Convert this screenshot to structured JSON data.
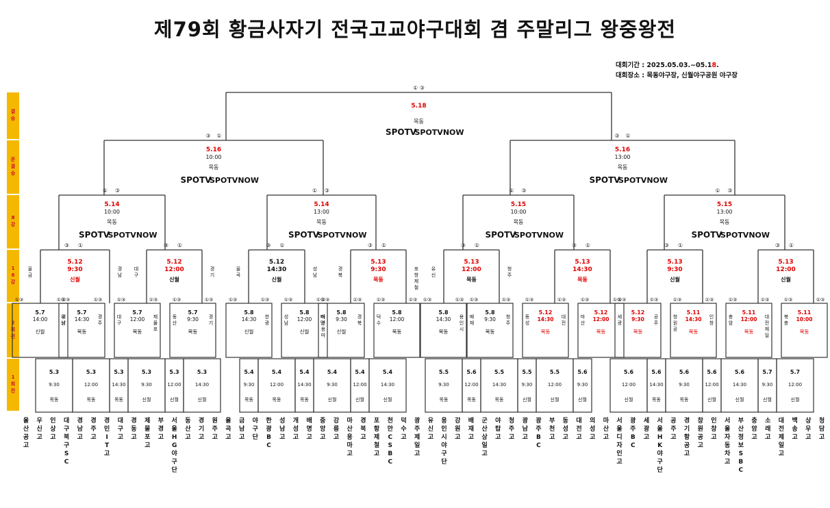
{
  "title": "제79회 황금사자기 전국고교야구대회 겸 주말리그 왕중왕전",
  "info": {
    "period_label": "대회기간 : 2025.05.03.~05.1",
    "period_end_digit": "8",
    "period_suffix": ".",
    "venue_line": "대회장소 : 목동야구장, 신월야구공원 야구장"
  },
  "colors": {
    "accent_red": "#e00000",
    "round_label_bg": "#f5b800",
    "round_label_text": "#c8102e",
    "line": "#333333",
    "box_border": "#333333"
  },
  "round_labels": [
    "결승",
    "준결승",
    "8강",
    "16강",
    "2회전",
    "1회전"
  ],
  "broadcast": {
    "spotv": "SPOTV",
    "spotv_now": "SPOTVNOW"
  },
  "final": {
    "date": "5.18",
    "time": "",
    "venue": "목동",
    "seeds": "① ③"
  },
  "semis": [
    {
      "date": "5.16",
      "time": "10:00",
      "venue": "목동",
      "seeds": "③ ①"
    },
    {
      "date": "5.16",
      "time": "13:00",
      "venue": "목동",
      "seeds": "③ ①"
    }
  ],
  "quarters": [
    {
      "date": "5.14",
      "time": "10:00",
      "venue": "목동",
      "seeds": "① ③"
    },
    {
      "date": "5.14",
      "time": "13:00",
      "venue": "목동",
      "seeds": "① ③"
    },
    {
      "date": "5.15",
      "time": "10:00",
      "venue": "목동",
      "seeds": "① ③"
    },
    {
      "date": "5.15",
      "time": "13:00",
      "venue": "목동",
      "seeds": "① ③"
    }
  ],
  "r16": [
    {
      "date": "5.12",
      "time": "9:30",
      "venue": "신월",
      "left": "울금",
      "right": "경남",
      "red": true
    },
    {
      "date": "5.12",
      "time": "12:00",
      "venue": "신월",
      "left": "대구",
      "right": "경기",
      "red": true
    },
    {
      "date": "5.12",
      "time": "14:30",
      "venue": "신월",
      "left": "울곡",
      "right": "성남",
      "red": false
    },
    {
      "date": "5.13",
      "time": "9:30",
      "venue": "목동",
      "left": "경북",
      "right": "포항제철",
      "red": true
    },
    {
      "date": "5.13",
      "time": "12:00",
      "venue": "목동",
      "left": "유신",
      "right": "청주",
      "red": true
    },
    {
      "date": "5.13",
      "time": "14:30",
      "venue": "목동",
      "left": "",
      "right": "",
      "red": true
    },
    {
      "date": "5.13",
      "time": "9:30",
      "venue": "신월",
      "left": "",
      "right": "",
      "red": true
    },
    {
      "date": "5.13",
      "time": "12:00",
      "venue": "신월",
      "left": "",
      "right": "",
      "red": true
    }
  ],
  "r2": [
    {
      "date": "5.7",
      "time": "14:00",
      "venue": "신월",
      "left": "",
      "right": "우신"
    },
    {
      "date": "5.7",
      "time": "14:30",
      "venue": "목동",
      "left": "경남",
      "right": "경주"
    },
    {
      "date": "5.7",
      "time": "12:00",
      "venue": "목동",
      "left": "대구",
      "right": "제물포"
    },
    {
      "date": "5.7",
      "time": "9:30",
      "venue": "목동",
      "left": "동산",
      "right": "경기"
    },
    {
      "date": "5.8",
      "time": "14:30",
      "venue": "신월",
      "left": "",
      "right": "한광"
    },
    {
      "date": "5.8",
      "time": "12:00",
      "venue": "신월",
      "left": "성남",
      "right": "배명"
    },
    {
      "date": "5.8",
      "time": "9:30",
      "venue": "신월",
      "left": "마산용마",
      "right": "경북"
    },
    {
      "date": "5.8",
      "time": "12:00",
      "venue": "목동",
      "left": "덕수",
      "right": ""
    },
    {
      "date": "5.8",
      "time": "14:30",
      "venue": "목동",
      "left": "",
      "right": "용인시"
    },
    {
      "date": "5.8",
      "time": "9:30",
      "venue": "목동",
      "left": "배재",
      "right": "청주"
    },
    {
      "date": "5.12",
      "time": "14:30",
      "venue": "목동",
      "left": "동성",
      "right": "대전"
    },
    {
      "date": "5.12",
      "time": "12:00",
      "venue": "목동",
      "left": "마산",
      "right": ""
    },
    {
      "date": "5.12",
      "time": "9:30",
      "venue": "목동",
      "left": "세광",
      "right": "공주"
    },
    {
      "date": "5.11",
      "time": "14:30",
      "venue": "목동",
      "left": "청원공",
      "right": "인창"
    },
    {
      "date": "5.11",
      "time": "12:00",
      "venue": "목동",
      "left": "충암",
      "right": "대전제일"
    },
    {
      "date": "5.11",
      "time": "10:00",
      "venue": "목동",
      "left": "북충",
      "right": ""
    }
  ],
  "r1": [
    {
      "date": "5.3",
      "time": "9:30",
      "venue": "목동"
    },
    {
      "date": "5.3",
      "time": "12:00",
      "venue": "목동"
    },
    {
      "date": "5.3",
      "time": "14:30",
      "venue": "목동"
    },
    {
      "date": "5.3",
      "time": "9:30",
      "venue": "신월"
    },
    {
      "date": "5.3",
      "time": "12:00",
      "venue": "신월"
    },
    {
      "date": "5.3",
      "time": "14:30",
      "venue": "신월"
    },
    {
      "date": "5.4",
      "time": "9:30",
      "venue": "목동"
    },
    {
      "date": "5.4",
      "time": "12:00",
      "venue": "목동"
    },
    {
      "date": "5.4",
      "time": "14:30",
      "venue": "목동"
    },
    {
      "date": "5.4",
      "time": "9:30",
      "venue": "신월"
    },
    {
      "date": "5.4",
      "time": "12:00",
      "venue": "신월"
    },
    {
      "date": "5.4",
      "time": "14:30",
      "venue": "신월"
    },
    {
      "date": "5.5",
      "time": "9:30",
      "venue": "목동"
    },
    {
      "date": "5.6",
      "time": "12:00",
      "venue": "목동"
    },
    {
      "date": "5.5",
      "time": "14:30",
      "venue": "목동"
    },
    {
      "date": "5.5",
      "time": "9:30",
      "venue": "신월"
    },
    {
      "date": "5.5",
      "time": "12:00",
      "venue": "신월"
    },
    {
      "date": "5.6",
      "time": "9:30",
      "venue": "신월"
    },
    {
      "date": "5.6",
      "time": "12:00",
      "venue": "신월"
    },
    {
      "date": "5.6",
      "time": "14:30",
      "venue": "목동"
    },
    {
      "date": "5.6",
      "time": "9:30",
      "venue": "목동"
    },
    {
      "date": "5.6",
      "time": "12:00",
      "venue": "신월"
    },
    {
      "date": "5.6",
      "time": "14:30",
      "venue": "신월"
    },
    {
      "date": "5.7",
      "time": "9:30",
      "venue": "신월"
    },
    {
      "date": "5.7",
      "time": "12:00",
      "venue": "신월"
    }
  ],
  "teams": [
    "울산공고",
    "우신고",
    "인상고",
    "대구북구SC",
    "경남고",
    "경주고",
    "경민IT고",
    "대구고",
    "경동고",
    "제물포고",
    "부경고",
    "서울HG야구단",
    "동산고",
    "경기고",
    "원주고",
    "율곡고",
    "금남고",
    "야구단",
    "한광BC",
    "성남고",
    "개성고",
    "배명고",
    "중앙고",
    "강릉고",
    "마산용마고",
    "경북고",
    "포항제철고",
    "천안CSBC",
    "덕수고",
    "광주제일고",
    "유신고",
    "용인시야구단",
    "강원고",
    "배재고",
    "군산상일고",
    "야탑고",
    "청주고",
    "광남고",
    "광주BC",
    "부천고",
    "동성고",
    "대전고",
    "의성고",
    "마산고",
    "서울디자인고",
    "광주BC",
    "세광고",
    "서울HK야구단",
    "공주고",
    "경기항공고",
    "창원공고",
    "인창고",
    "서울자동차고",
    "부산정보SBC",
    "충암고",
    "소래고",
    "대전제일고",
    "백송고",
    "상우고",
    "청담고"
  ]
}
